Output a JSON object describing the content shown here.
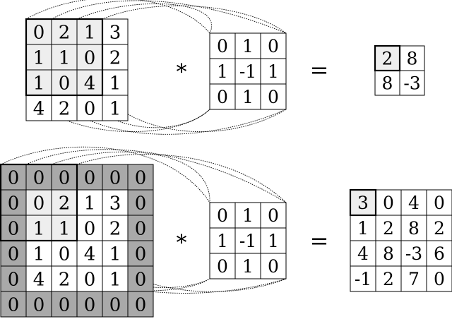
{
  "top": {
    "input": [
      [
        "0",
        "2",
        "1",
        "3"
      ],
      [
        "1",
        "1",
        "0",
        "2"
      ],
      [
        "1",
        "0",
        "4",
        "1"
      ],
      [
        "4",
        "2",
        "0",
        "1"
      ]
    ],
    "kernel": [
      [
        "0",
        "1",
        "0"
      ],
      [
        "1",
        "-1",
        "1"
      ],
      [
        "0",
        "1",
        "0"
      ]
    ],
    "output": [
      [
        "2",
        "8"
      ],
      [
        "8",
        "-3"
      ]
    ],
    "op_symbol": "*",
    "eq_symbol": "="
  },
  "bottom": {
    "input": [
      [
        "0",
        "0",
        "0",
        "0",
        "0",
        "0"
      ],
      [
        "0",
        "0",
        "2",
        "1",
        "3",
        "0"
      ],
      [
        "0",
        "1",
        "1",
        "0",
        "2",
        "0"
      ],
      [
        "0",
        "1",
        "0",
        "4",
        "1",
        "0"
      ],
      [
        "0",
        "4",
        "2",
        "0",
        "1",
        "0"
      ],
      [
        "0",
        "0",
        "0",
        "0",
        "0",
        "0"
      ]
    ],
    "kernel": [
      [
        "0",
        "1",
        "0"
      ],
      [
        "1",
        "-1",
        "1"
      ],
      [
        "0",
        "1",
        "0"
      ]
    ],
    "output": [
      [
        "3",
        "0",
        "4",
        "0"
      ],
      [
        "1",
        "2",
        "8",
        "2"
      ],
      [
        "4",
        "8",
        "-3",
        "6"
      ],
      [
        "-1",
        "2",
        "7",
        "0"
      ]
    ],
    "op_symbol": "*",
    "eq_symbol": "="
  },
  "colors": {
    "padding_fill": "#a9a9a9",
    "window_fill": "#eeeeee",
    "cell_fill": "#ffffff",
    "stroke": "#000000"
  }
}
